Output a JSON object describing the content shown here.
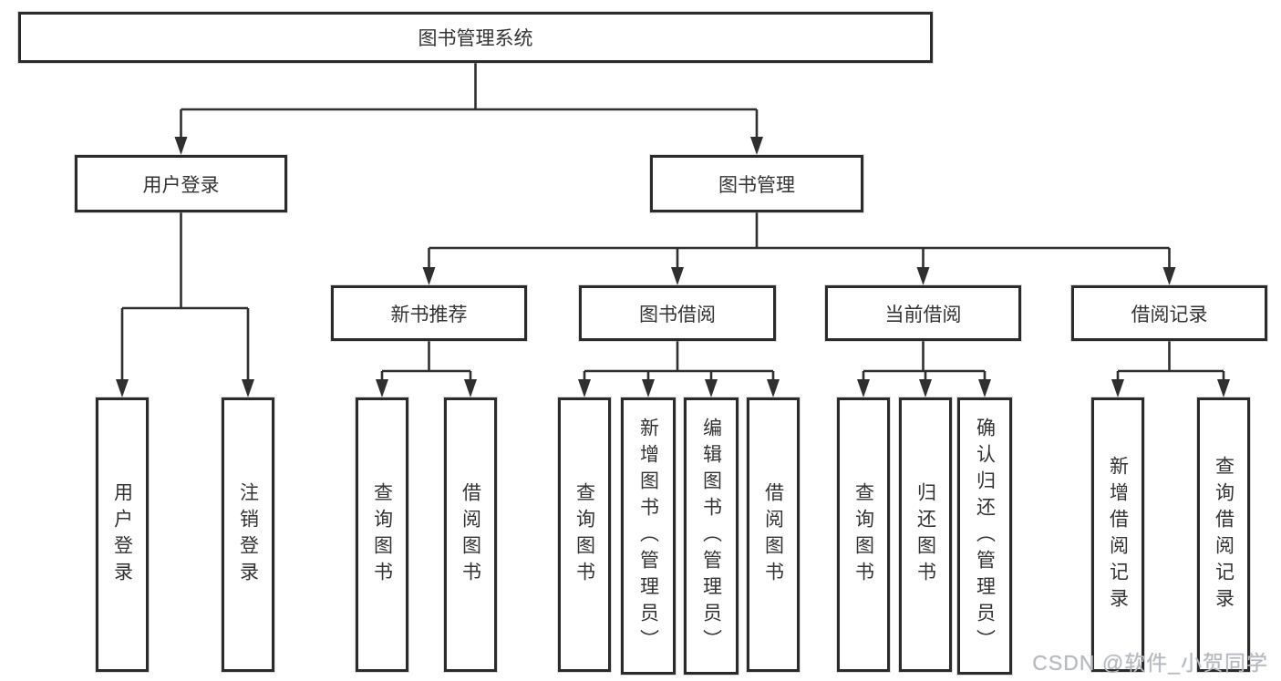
{
  "diagram_title": "图书管理系统",
  "nodes": {
    "root": {
      "label": "图书管理系统"
    },
    "user_login": {
      "label": "用户登录"
    },
    "book_mgmt": {
      "label": "图书管理"
    },
    "new_book": {
      "label": "新书推荐"
    },
    "book_borrow": {
      "label": "图书借阅"
    },
    "current_borrow": {
      "label": "当前借阅"
    },
    "borrow_record": {
      "label": "借阅记录"
    },
    "leaves": {
      "user_login": "用户登录",
      "logout": "注销登录",
      "nb_query": "查询图书",
      "nb_borrow": "借阅图书",
      "bb_query": "查询图书",
      "bb_add": "新增图书（管理员）",
      "bb_edit": "编辑图书（管理员）",
      "bb_borrow": "借阅图书",
      "cb_query": "查询图书",
      "cb_return": "归还图书",
      "cb_confirm": "确认归还（管理员）",
      "br_add": "新增借阅记录",
      "br_query": "查询借阅记录"
    }
  },
  "watermark": "CSDN @软件_小贺同学",
  "colors": {
    "line": "#2f2f2f",
    "box_border": "#2b2b2b",
    "text": "#333333",
    "background": "#ffffff",
    "watermark": "#b5b9bf"
  }
}
